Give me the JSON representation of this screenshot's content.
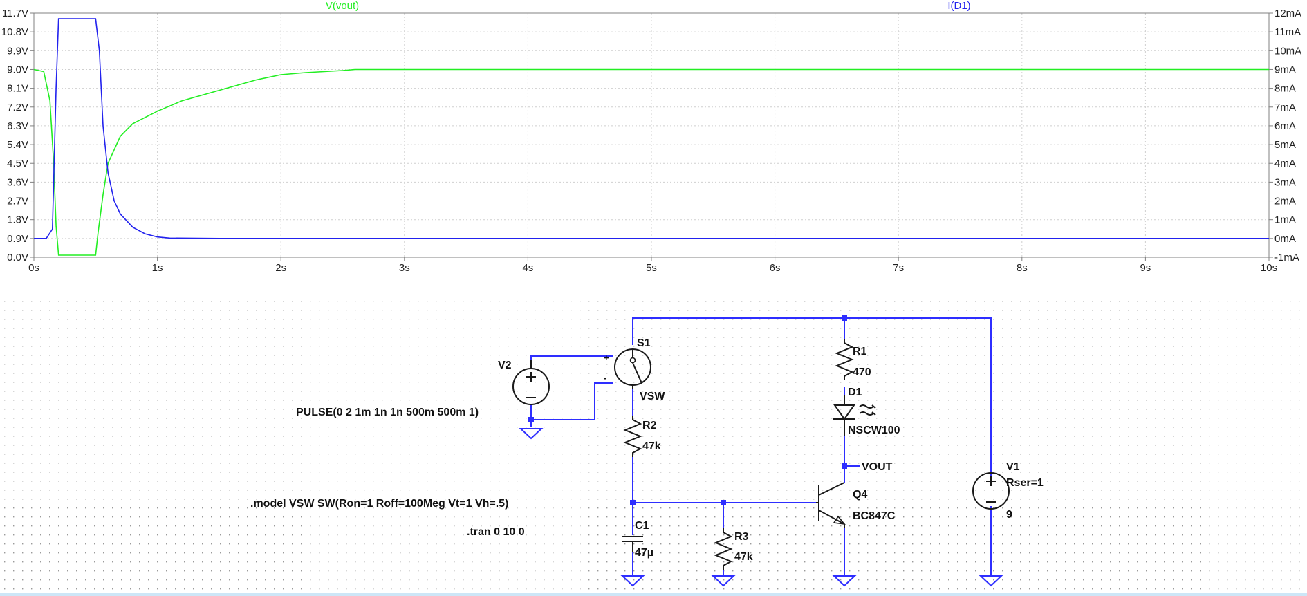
{
  "plot": {
    "traces": [
      {
        "label": "V(vout)",
        "color": "#22ee22"
      },
      {
        "label": "I(D1)",
        "color": "#2222ee"
      }
    ],
    "left_axis": {
      "ticks": [
        "11.7V",
        "10.8V",
        "9.9V",
        "9.0V",
        "8.1V",
        "7.2V",
        "6.3V",
        "5.4V",
        "4.5V",
        "3.6V",
        "2.7V",
        "1.8V",
        "0.9V",
        "0.0V"
      ]
    },
    "right_axis": {
      "ticks": [
        "12mA",
        "11mA",
        "10mA",
        "9mA",
        "8mA",
        "7mA",
        "6mA",
        "5mA",
        "4mA",
        "3mA",
        "2mA",
        "1mA",
        "0mA",
        "-1mA"
      ]
    },
    "x_axis": {
      "ticks": [
        "0s",
        "1s",
        "2s",
        "3s",
        "4s",
        "5s",
        "6s",
        "7s",
        "8s",
        "9s",
        "10s"
      ]
    }
  },
  "chart_data": {
    "type": "line",
    "xlabel": "",
    "ylabel": "",
    "x_range": [
      0,
      10
    ],
    "y_left_range": [
      0.0,
      11.7
    ],
    "y_right_range": [
      -1,
      12
    ],
    "series": [
      {
        "name": "V(vout)",
        "axis": "left",
        "x": [
          0,
          0.08,
          0.13,
          0.16,
          0.18,
          0.2,
          0.5,
          0.52,
          0.56,
          0.6,
          0.7,
          0.8,
          1.0,
          1.2,
          1.5,
          1.8,
          2.0,
          2.2,
          2.5,
          2.6,
          3,
          10
        ],
        "y": [
          9.0,
          8.9,
          7.5,
          4.5,
          1.5,
          0.1,
          0.1,
          1.2,
          3.0,
          4.5,
          5.8,
          6.4,
          7.0,
          7.5,
          8.0,
          8.5,
          8.75,
          8.85,
          8.95,
          9.0,
          9.0,
          9.0
        ]
      },
      {
        "name": "I(D1)",
        "axis": "right",
        "x": [
          0,
          0.1,
          0.15,
          0.18,
          0.2,
          0.5,
          0.53,
          0.56,
          0.6,
          0.65,
          0.7,
          0.8,
          0.9,
          1.0,
          1.1,
          1.5,
          10
        ],
        "y": [
          0.0,
          0.0,
          0.5,
          8.0,
          11.7,
          11.7,
          10.0,
          6.0,
          3.5,
          2.0,
          1.3,
          0.6,
          0.25,
          0.08,
          0.02,
          0.0,
          0.0
        ]
      }
    ]
  },
  "schematic": {
    "v2_name": "V2",
    "v2_value": "PULSE(0 2 1m 1n 1n 500m 500m 1)",
    "s1_name": "S1",
    "s1_model": "VSW",
    "plus_mark": "+",
    "minus_mark": "-",
    "r1_name": "R1",
    "r1_value": "470",
    "d1_name": "D1",
    "d1_value": "NSCW100",
    "r2_name": "R2",
    "r2_value": "47k",
    "r3_name": "R3",
    "r3_value": "47k",
    "c1_name": "C1",
    "c1_value": "47µ",
    "q4_name": "Q4",
    "q4_value": "BC847C",
    "v1_name": "V1",
    "v1_rser": "Rser=1",
    "v1_value": "9",
    "vout_label": "VOUT",
    "model_directive": ".model VSW SW(Ron=1 Roff=100Meg Vt=1 Vh=.5)",
    "tran_directive": ".tran 0 10 0"
  }
}
